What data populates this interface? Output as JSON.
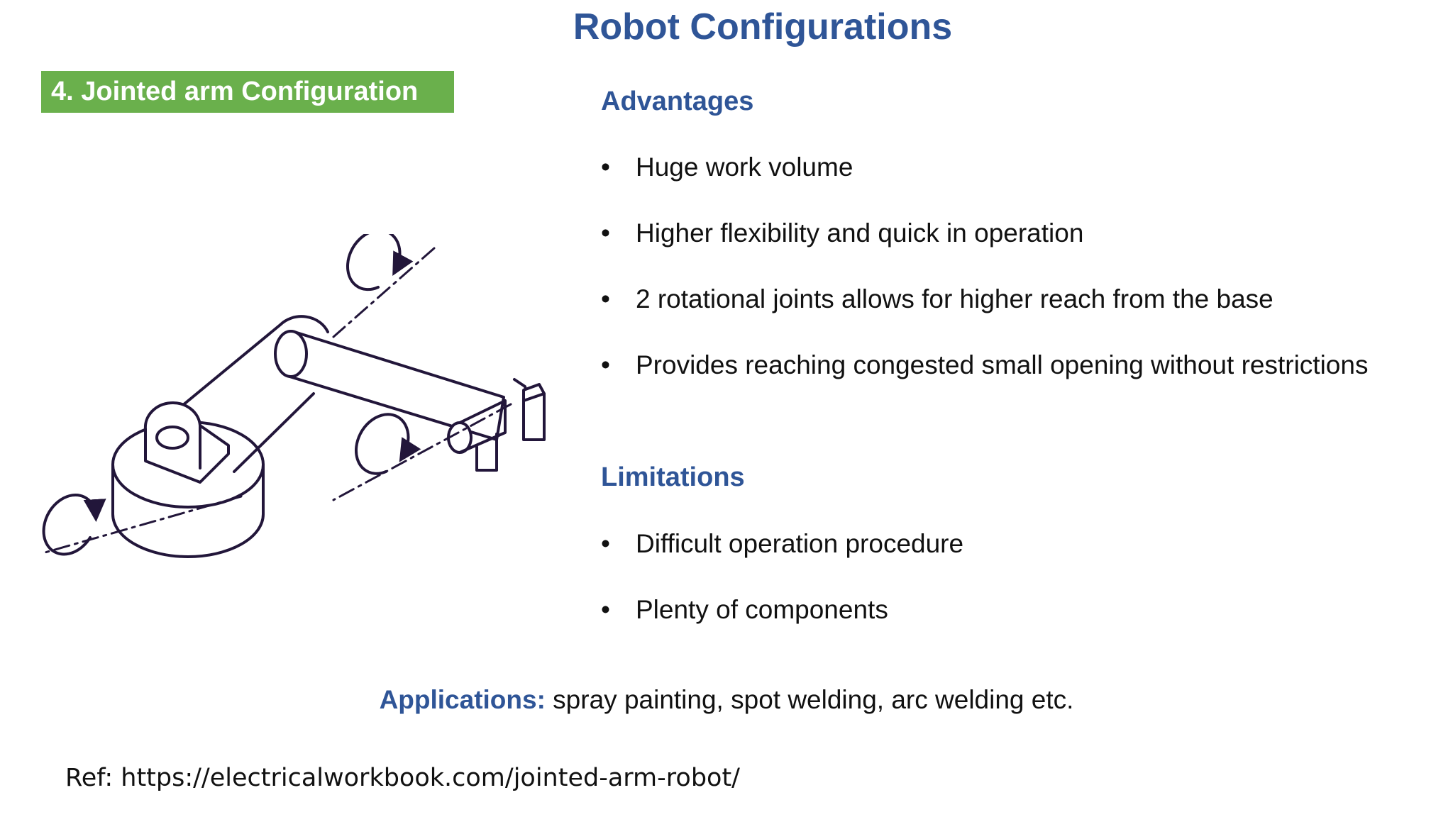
{
  "title": "Robot Configurations",
  "section_label": "4. Jointed arm Configuration",
  "advantages": {
    "heading": "Advantages",
    "items": [
      "Huge work volume",
      "Higher flexibility and quick in operation",
      "2 rotational joints allows for higher reach from the base",
      "Provides reaching congested small opening without restrictions"
    ]
  },
  "limitations": {
    "heading": "Limitations",
    "items": [
      "Difficult operation procedure",
      "Plenty of components"
    ]
  },
  "applications": {
    "label": "Applications:",
    "text": " spray painting, spot welding, arc welding etc."
  },
  "reference": "Ref: https://electricalworkbook.com/jointed-arm-robot/",
  "bullet_symbol": "•",
  "colors": {
    "title": "#2f5597",
    "section_badge": "#6ab04c",
    "line_art": "#22163a"
  }
}
